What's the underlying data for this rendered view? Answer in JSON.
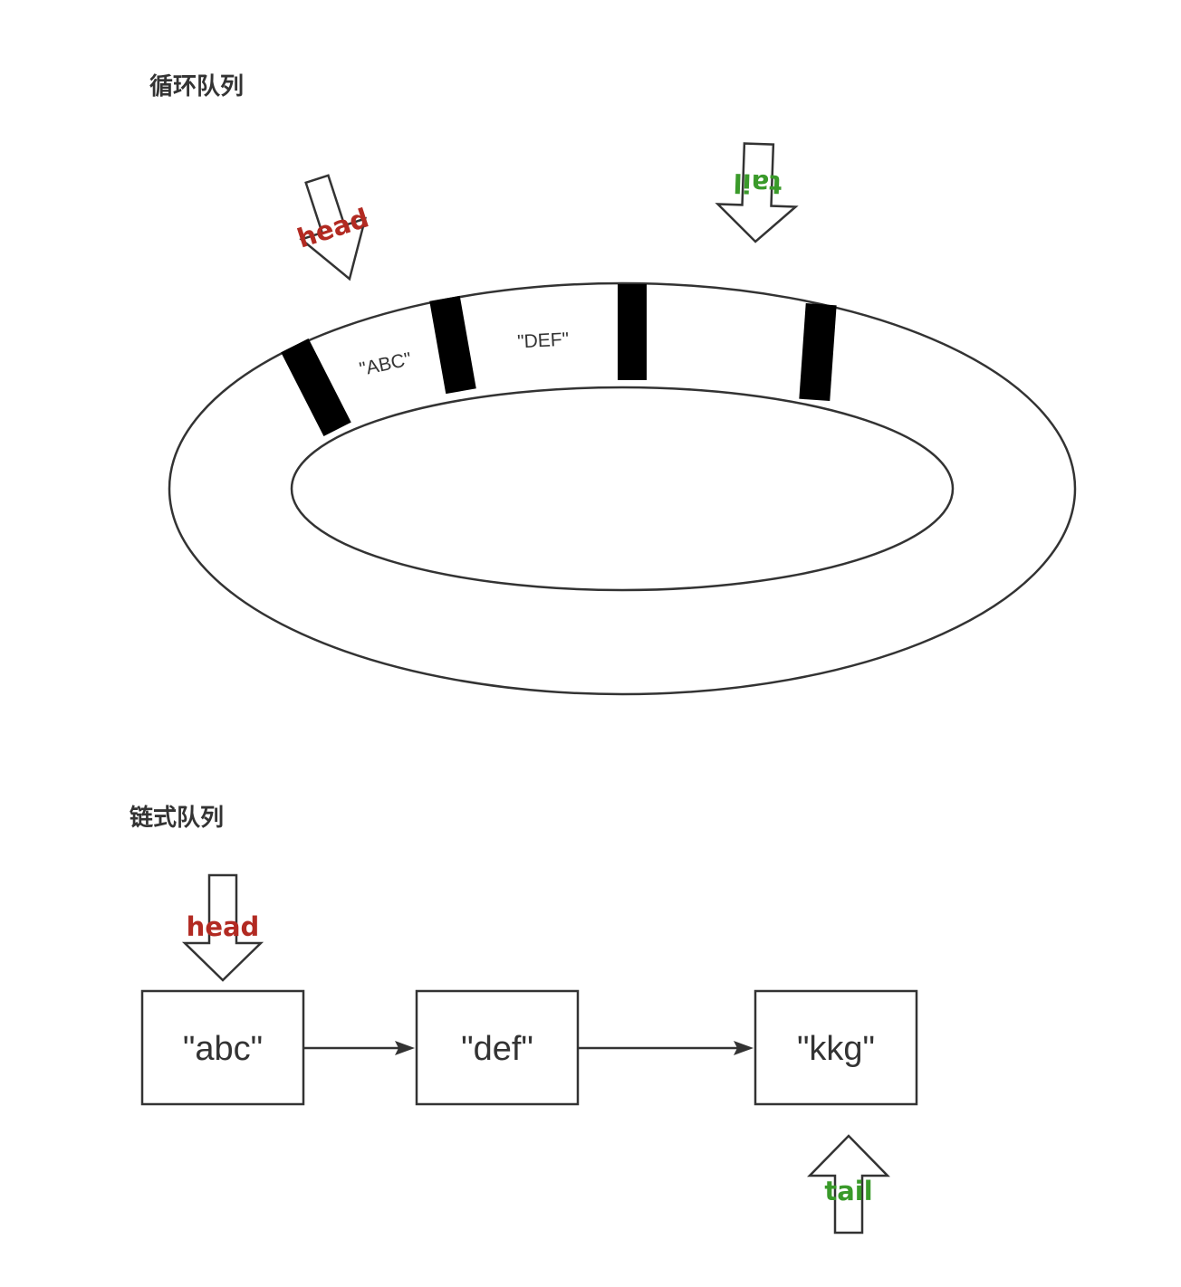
{
  "circular_queue": {
    "title": "循环队列",
    "slots": [
      "\"ABC\"",
      "\"DEF\""
    ],
    "head_label": "head",
    "tail_label": "tail"
  },
  "linked_queue": {
    "title": "链式队列",
    "nodes": [
      "\"abc\"",
      "\"def\"",
      "\"kkg\""
    ],
    "head_label": "head",
    "tail_label": "tail"
  },
  "colors": {
    "head": "#b22a22",
    "tail": "#3a9a2a",
    "line": "#333333",
    "divider": "#000000"
  },
  "icons": {
    "pointer": "hollow-block-arrow-icon",
    "link": "solid-arrow-icon"
  }
}
